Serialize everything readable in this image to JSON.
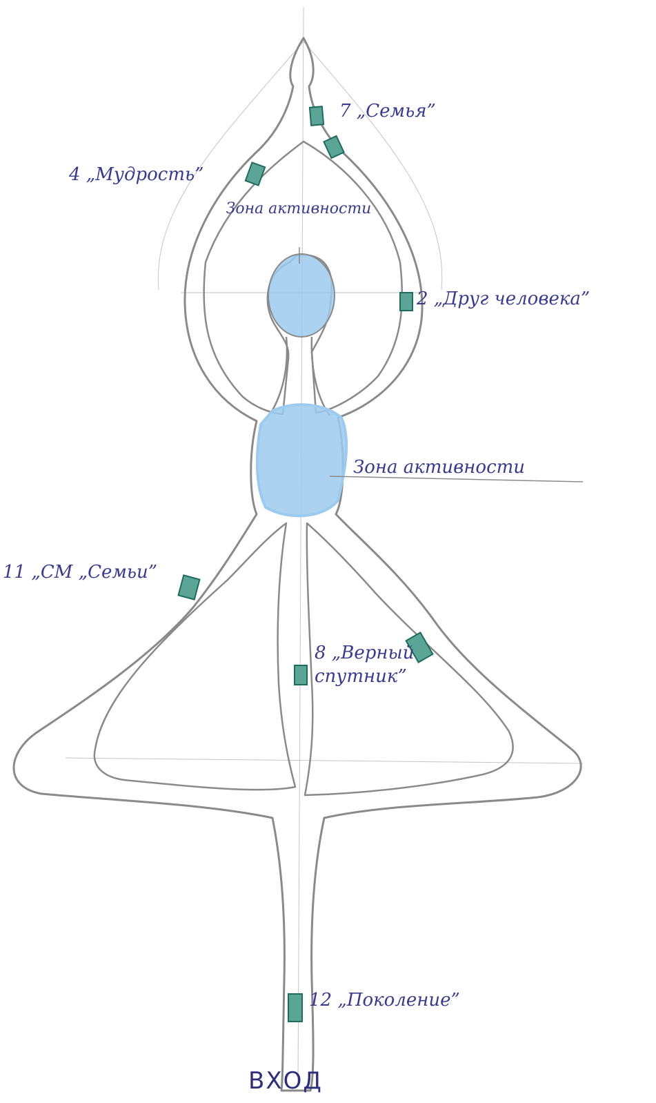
{
  "colors": {
    "pencil": "#8a8a8a",
    "guide": "#c4c4c4",
    "zone_fill": "#9ccbef",
    "marker_fill": "#5aa596",
    "marker_stroke": "#1f6b5c",
    "ink": "#3a3a8c"
  },
  "zones": {
    "upper": "Зона активности",
    "middle": "Зона активности"
  },
  "stations": [
    {
      "label": "7 „Семья”"
    },
    {
      "label": "4 „Мудрость”"
    },
    {
      "label": "2 „Друг человека”"
    },
    {
      "label": "11 „СМ „Семьи”"
    },
    {
      "label": "8 „Верный спутник”"
    },
    {
      "label": "12 „Поколение”"
    }
  ],
  "entrance": "ВХОД"
}
